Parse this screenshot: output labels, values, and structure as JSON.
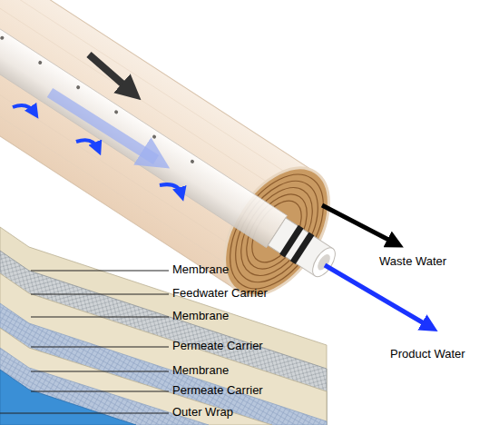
{
  "diagram": {
    "labels": [
      "Membrane",
      "Feedwater Carrier",
      "Membrane",
      "Permeate Carrier",
      "Membrane",
      "Permeate Carrier",
      "Outer Wrap",
      "Waste Water",
      "Product Water"
    ]
  }
}
